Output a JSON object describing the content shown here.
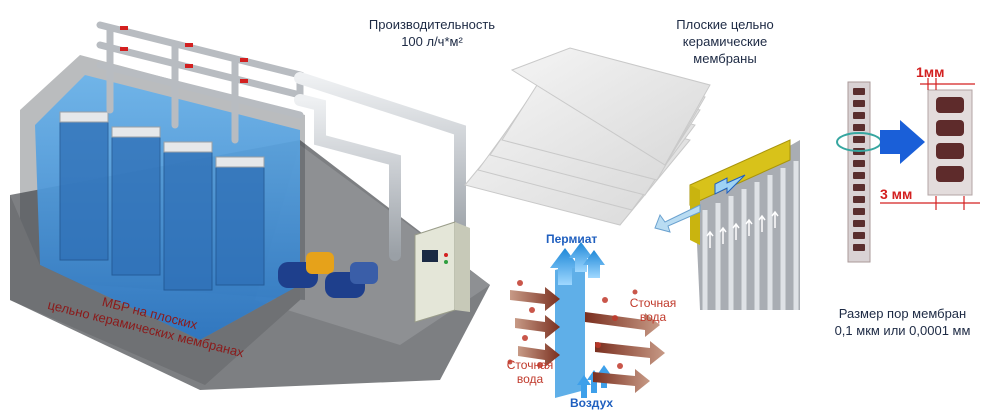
{
  "captions": {
    "productivity": "Производительность",
    "productivity_value": "100 л/ч*м²",
    "flat_membranes_1": "Плоские цельно",
    "flat_membranes_2": "керамические",
    "flat_membranes_3": "мембраны",
    "mbr_1": "МБР на плоских",
    "mbr_2": "цельно керамических мембранах",
    "pore_size_1": "Размер пор мембран",
    "pore_size_2": "0,1 мкм или 0,0001 мм"
  },
  "flow": {
    "permeate": "Пермиат",
    "wastewater_right_1": "Сточная",
    "wastewater_right_2": "вода",
    "wastewater_left_1": "Сточная",
    "wastewater_left_2": "вода",
    "air": "Воздух"
  },
  "dimensions": {
    "wall": "1мм",
    "channel": "3 мм"
  },
  "colors": {
    "water": "#3a8fd8",
    "pipe": "#c9cdd2",
    "arrow_red": "#d32020",
    "arrow_blue": "#1f5fbf",
    "caption_red": "#8b1a1a"
  }
}
